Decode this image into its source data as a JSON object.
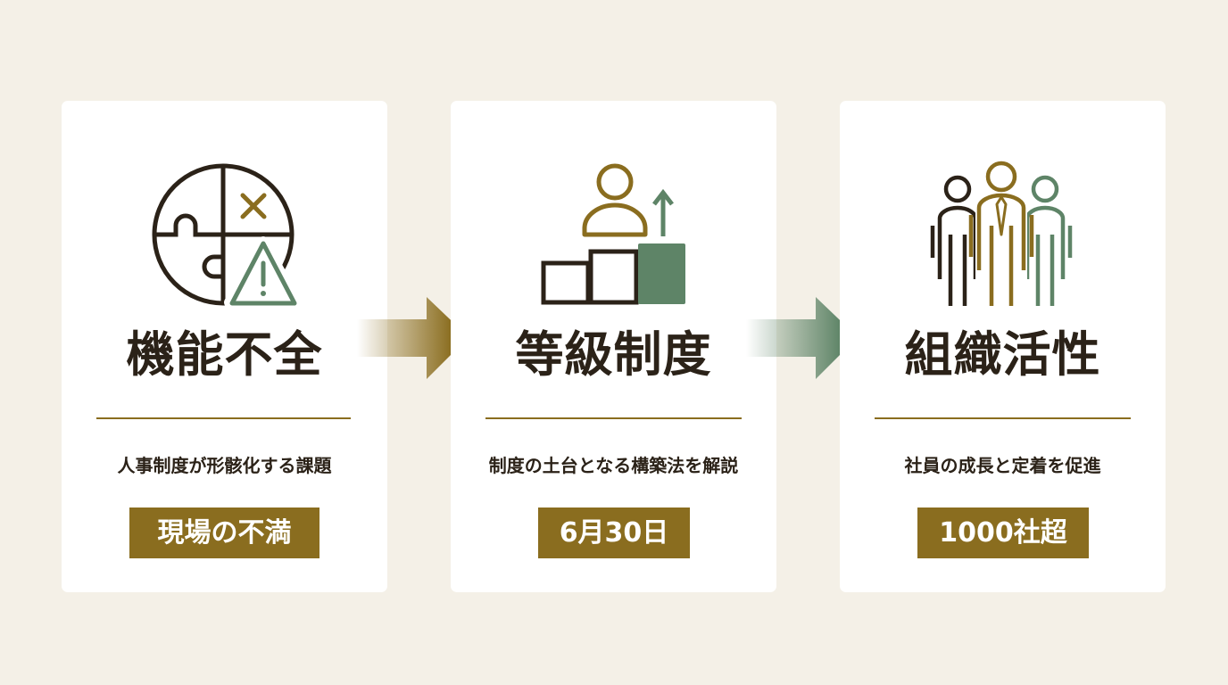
{
  "cards": [
    {
      "title": "機能不全",
      "subtitle": "人事制度が形骸化する課題",
      "badge": "現場の不満",
      "icon": "puzzle-warning-icon"
    },
    {
      "title": "等級制度",
      "subtitle": "制度の土台となる構築法を解説",
      "badge": "6月30日",
      "icon": "person-steps-growth-icon"
    },
    {
      "title": "組織活性",
      "subtitle": "社員の成長と定着を促進",
      "badge": "1000社超",
      "icon": "team-people-icon"
    }
  ],
  "colors": {
    "background": "#f4f0e7",
    "card": "#ffffff",
    "gold": "#8a6d1f",
    "green": "#5e8467",
    "dark": "#2b2218"
  }
}
